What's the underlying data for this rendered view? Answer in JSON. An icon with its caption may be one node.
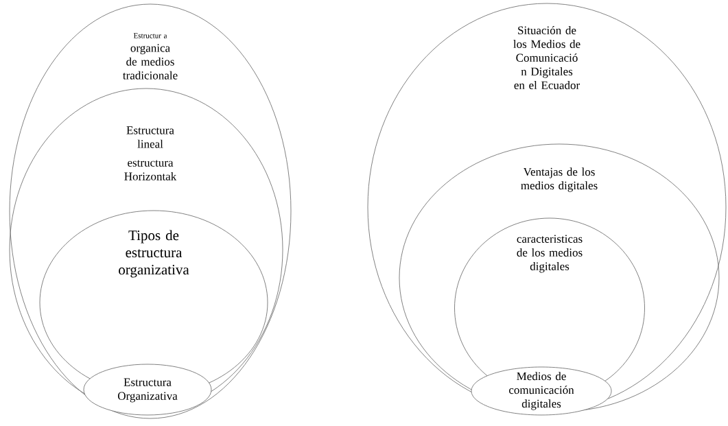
{
  "diagram": {
    "nodes": [
      {
        "text": [
          "Estructur a",
          "organica de medios tradicionale"
        ]
      },
      {
        "text": [
          "Estructura lineal",
          "estructura Horizontak"
        ],
        "in": 0
      },
      {
        "text": [
          "Tipos de estructura organizativa"
        ],
        "in": 1
      },
      {
        "text": [
          "Estructura Organizativa"
        ],
        "in": 0
      },
      {
        "text": [
          "Situación de los Medios de Comunicació n Digitales en el Ecuador"
        ]
      },
      {
        "text": [
          "Ventajas de los medios digitales"
        ],
        "in": 4
      },
      {
        "text": [
          "caracteristicas de los medios digitales"
        ],
        "in": 5
      },
      {
        "text": [
          "Medios de comunicación digitales"
        ],
        "in": 5
      }
    ]
  }
}
